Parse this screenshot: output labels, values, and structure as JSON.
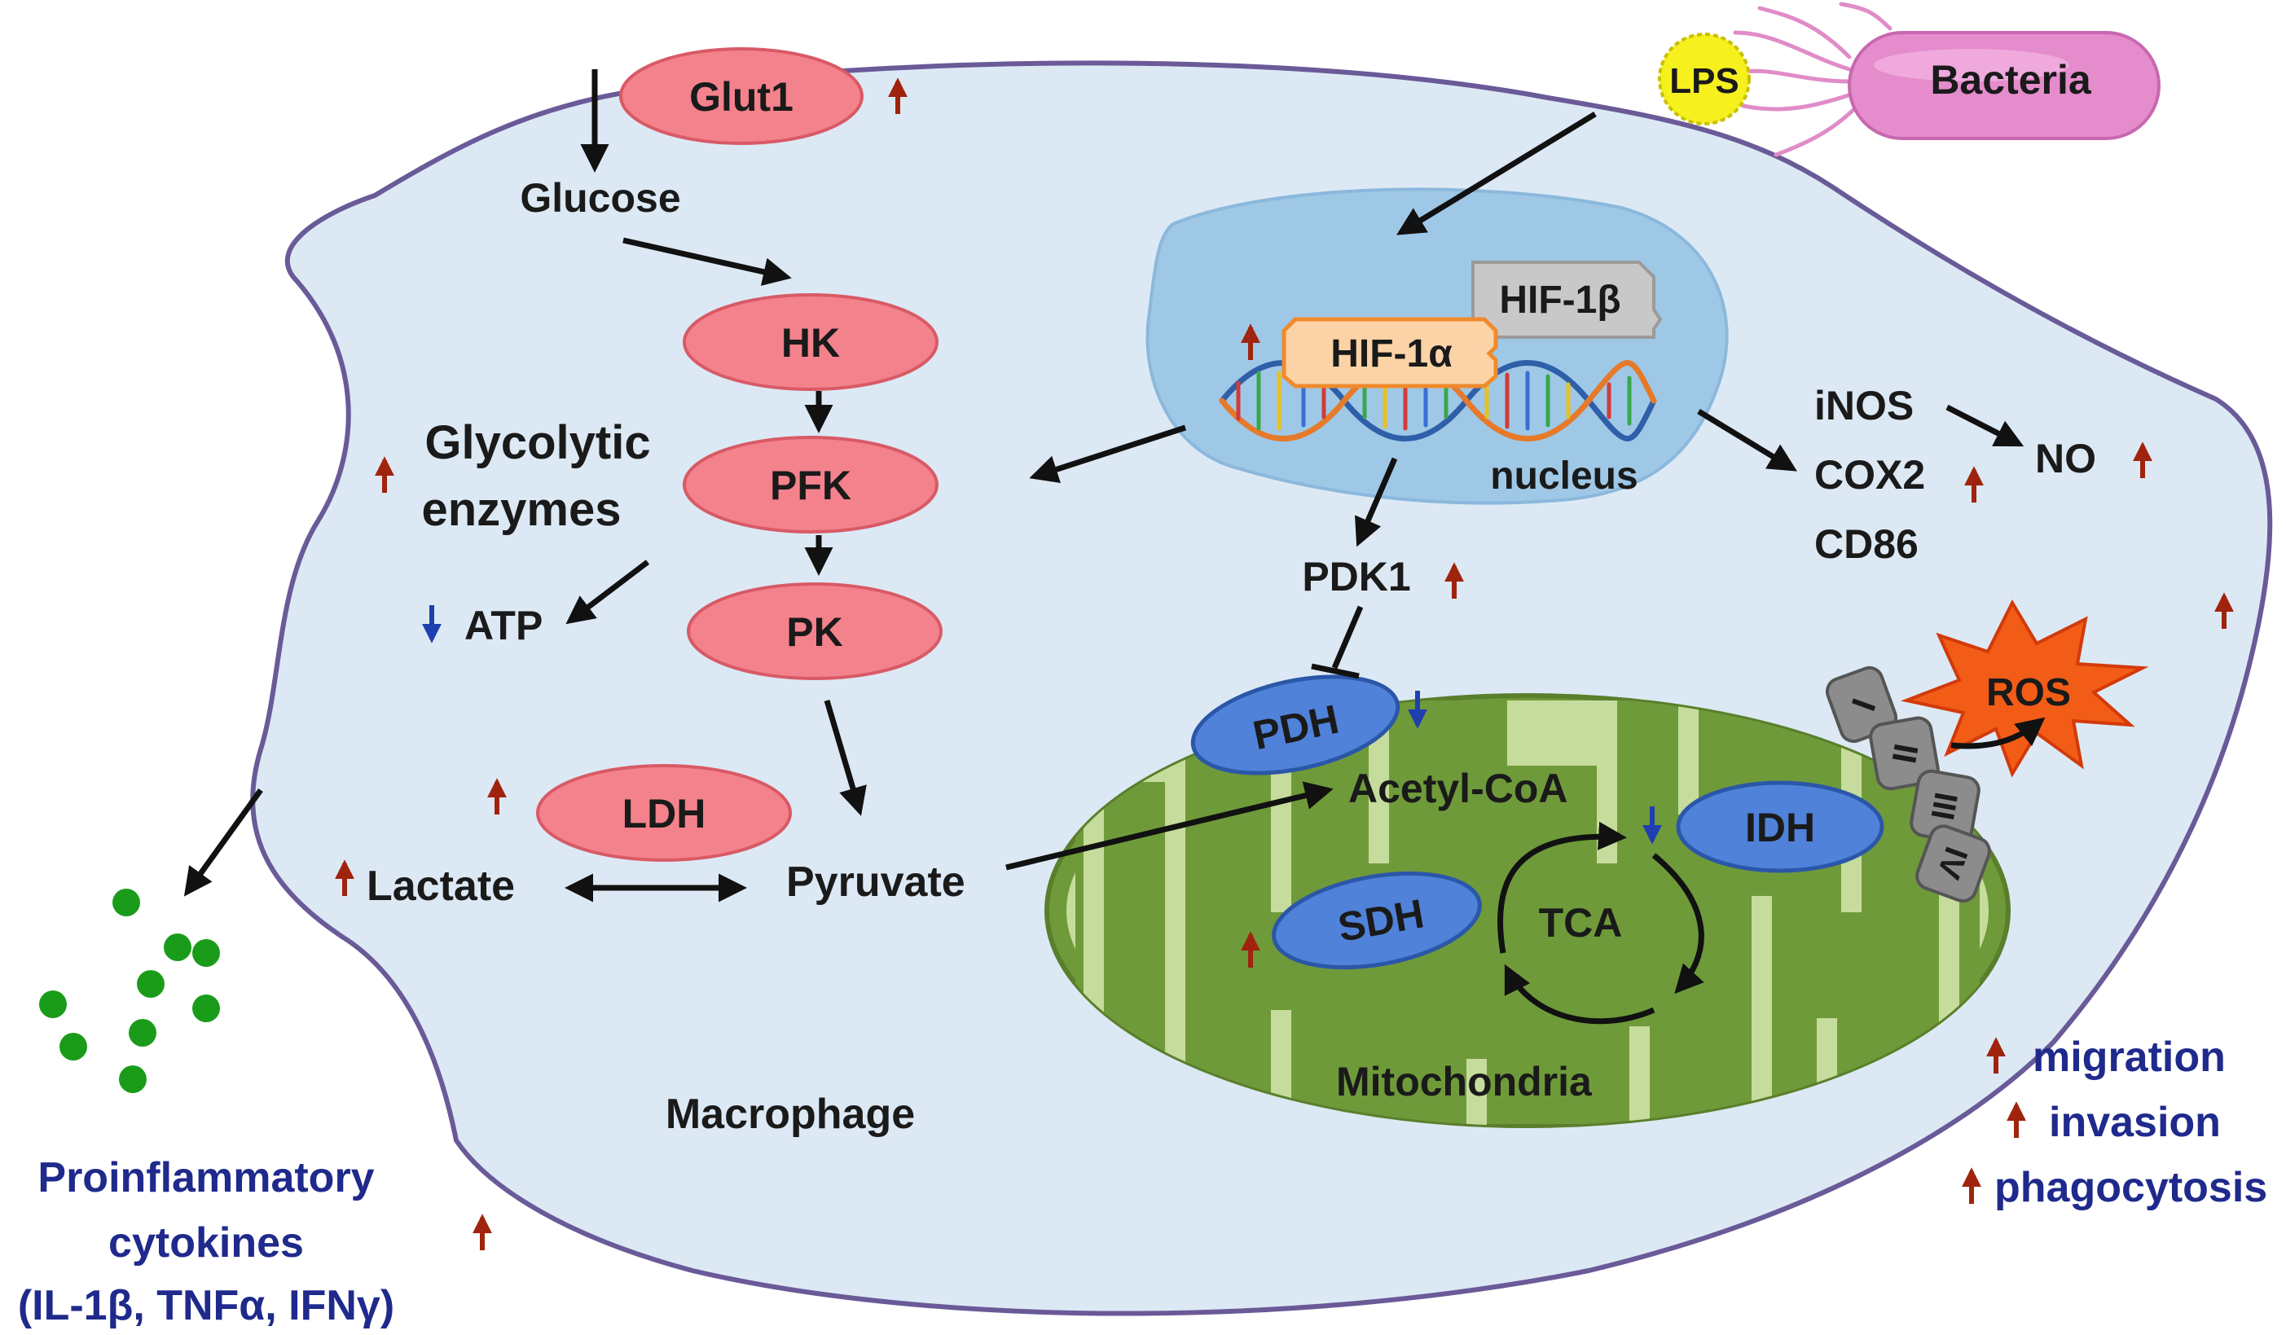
{
  "labels": {
    "glut1": "Glut1",
    "glucose": "Glucose",
    "hk": "HK",
    "pfk": "PFK",
    "pk": "PK",
    "glycolytic_line1": "Glycolytic",
    "glycolytic_line2": "enzymes",
    "atp": "ATP",
    "ldh": "LDH",
    "lactate": "Lactate",
    "pyruvate": "Pyruvate",
    "lps": "LPS",
    "bacteria": "Bacteria",
    "hif1b": "HIF-1β",
    "hif1a": "HIF-1α",
    "nucleus": "nucleus",
    "inos": "iNOS",
    "cox2": "COX2",
    "cd86": "CD86",
    "no": "NO",
    "pdk1": "PDK1",
    "pdh": "PDH",
    "acetyl_coa": "Acetyl-CoA",
    "idh": "IDH",
    "sdh": "SDH",
    "tca": "TCA",
    "ros": "ROS",
    "complex_1": "I",
    "complex_2": "II",
    "complex_3": "III",
    "complex_4": "IV",
    "mitochondria": "Mitochondria",
    "macrophage": "Macrophage",
    "migration": "migration",
    "invasion": "invasion",
    "phagocytosis": "phagocytosis",
    "cytokines_line1": "Proinflammatory",
    "cytokines_line2": "cytokines",
    "cytokines_line3": "(IL-1β, TNFα, IFNγ)"
  },
  "colors": {
    "cell_fill": "#dce9f4",
    "cell_stroke": "#6a5a98",
    "nucleus_fill": "#9fc8e6",
    "enzyme_fill": "#f4828c",
    "mito_outer": "#c6dc9c",
    "mito_inner": "#6f9a3a",
    "mito_enzyme": "#4f82d8",
    "ros_fill": "#f25c17",
    "hif1a_fill": "#fbd3a6",
    "hif1b_fill": "#c8c8c8",
    "lps_fill": "#f5f01e",
    "bacteria_fill": "#e58ccd",
    "cytokine_dot": "#1a9c1a",
    "up_arrow": "#a0240d",
    "down_arrow": "#1f3fb0",
    "blue_text": "#1f2a8c"
  },
  "icons": [
    "up-arrow-icon",
    "down-arrow-icon",
    "dna-icon",
    "bacteria-icon",
    "ros-burst-icon"
  ]
}
